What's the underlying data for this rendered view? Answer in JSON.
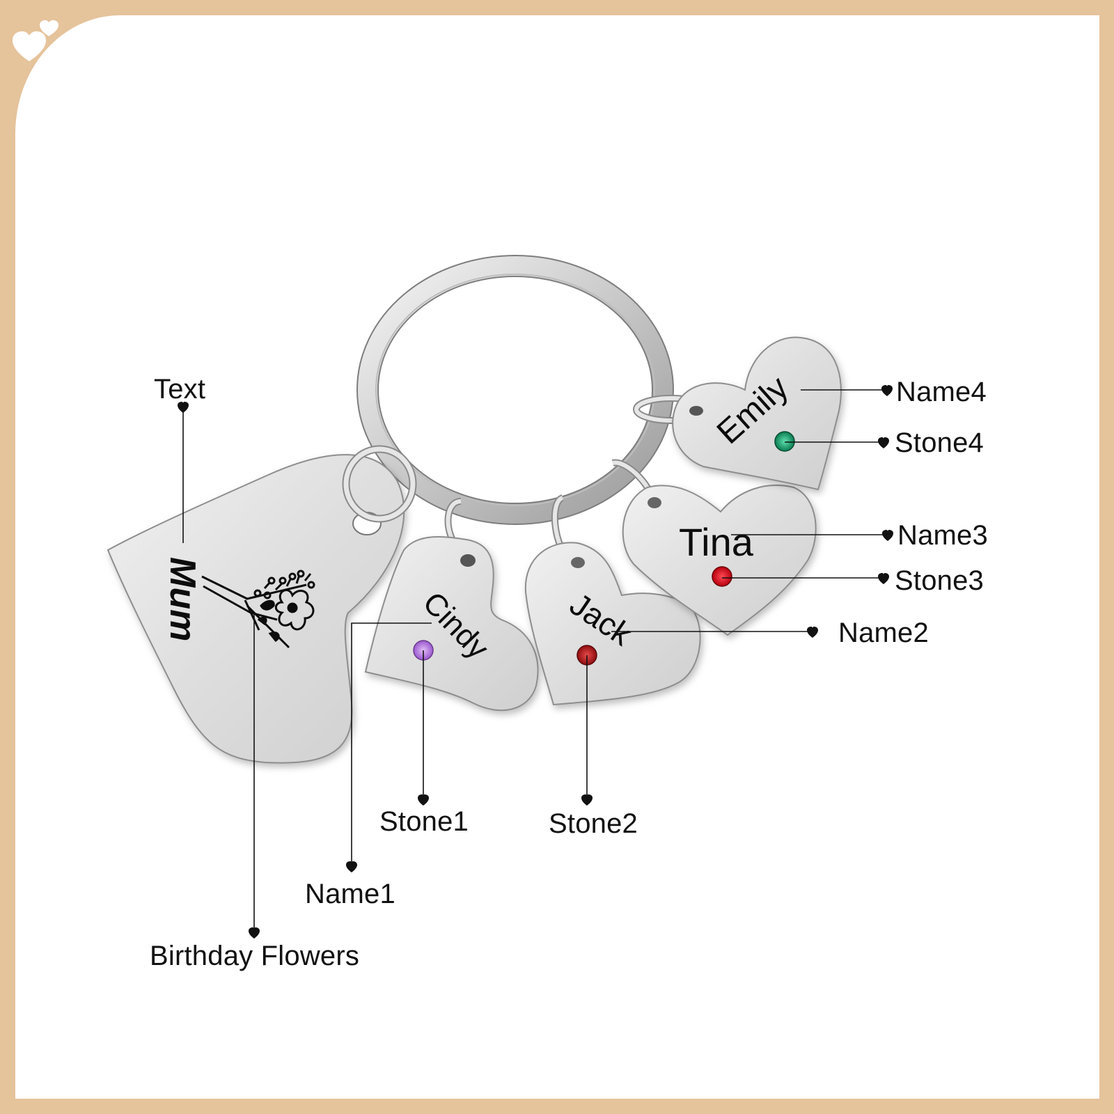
{
  "theme": {
    "border_color": "#e5c39b",
    "background_color": "#ffffff",
    "metal_color": "#d9d9d9",
    "line_color": "#111111"
  },
  "decoration": {
    "corner_icon": "two-hearts-icon"
  },
  "product": {
    "type": "heart charm keychain",
    "main_tag": {
      "engraved_text": "Mum",
      "engraved_art": "birthday-flower-icon"
    },
    "charms": [
      {
        "name": "Cindy",
        "stone_color": "#b77be0"
      },
      {
        "name": "Jack",
        "stone_color": "#b3141a"
      },
      {
        "name": "Tina",
        "stone_color": "#d01020"
      },
      {
        "name": "Emily",
        "stone_color": "#11a06a"
      }
    ]
  },
  "callouts": {
    "text": "Text",
    "birthday_flowers": "Birthday Flowers",
    "name1": "Name1",
    "stone1": "Stone1",
    "stone2": "Stone2",
    "name2": "Name2",
    "name3": "Name3",
    "stone3": "Stone3",
    "name4": "Name4",
    "stone4": "Stone4"
  }
}
